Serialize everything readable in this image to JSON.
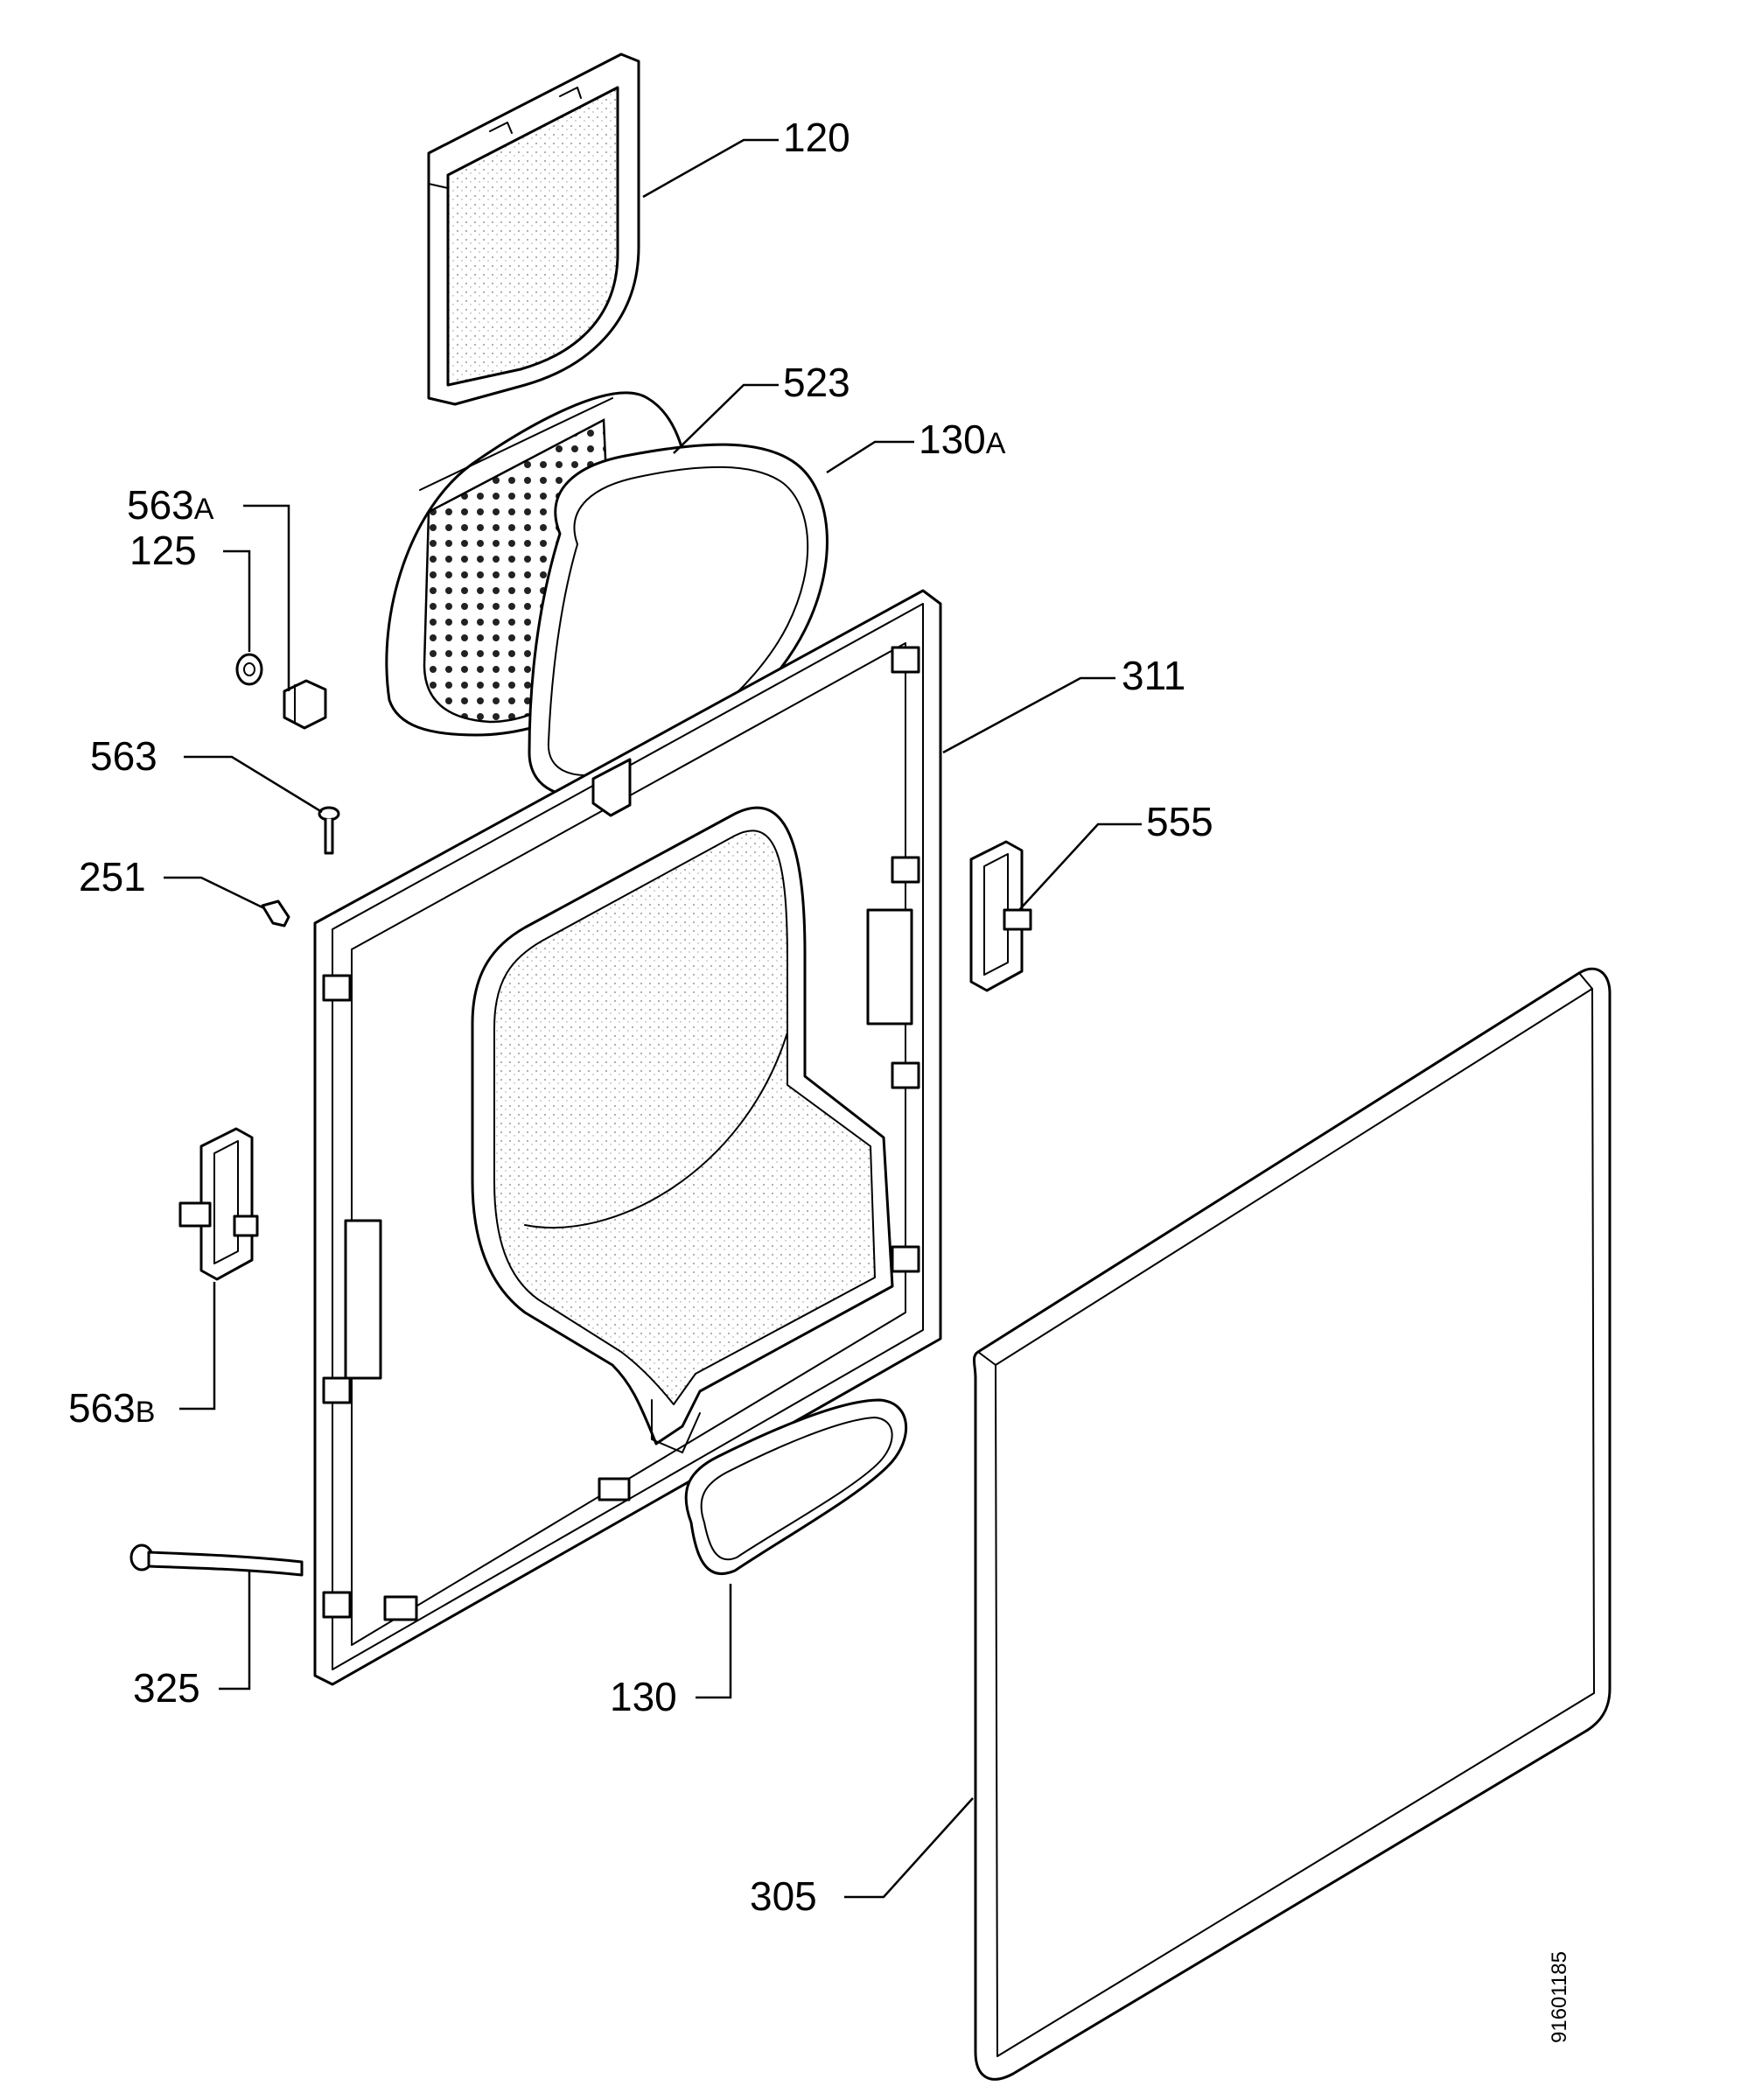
{
  "callouts": {
    "c120": "120",
    "c523": "523",
    "c130a_num": "130",
    "c130a_sfx": "A",
    "c563a_num": "563",
    "c563a_sfx": "A",
    "c125": "125",
    "c311": "311",
    "c563": "563",
    "c555": "555",
    "c251": "251",
    "c563b_num": "563",
    "c563b_sfx": "B",
    "c325": "325",
    "c130": "130",
    "c305": "305"
  },
  "drawing_code": "91601185"
}
